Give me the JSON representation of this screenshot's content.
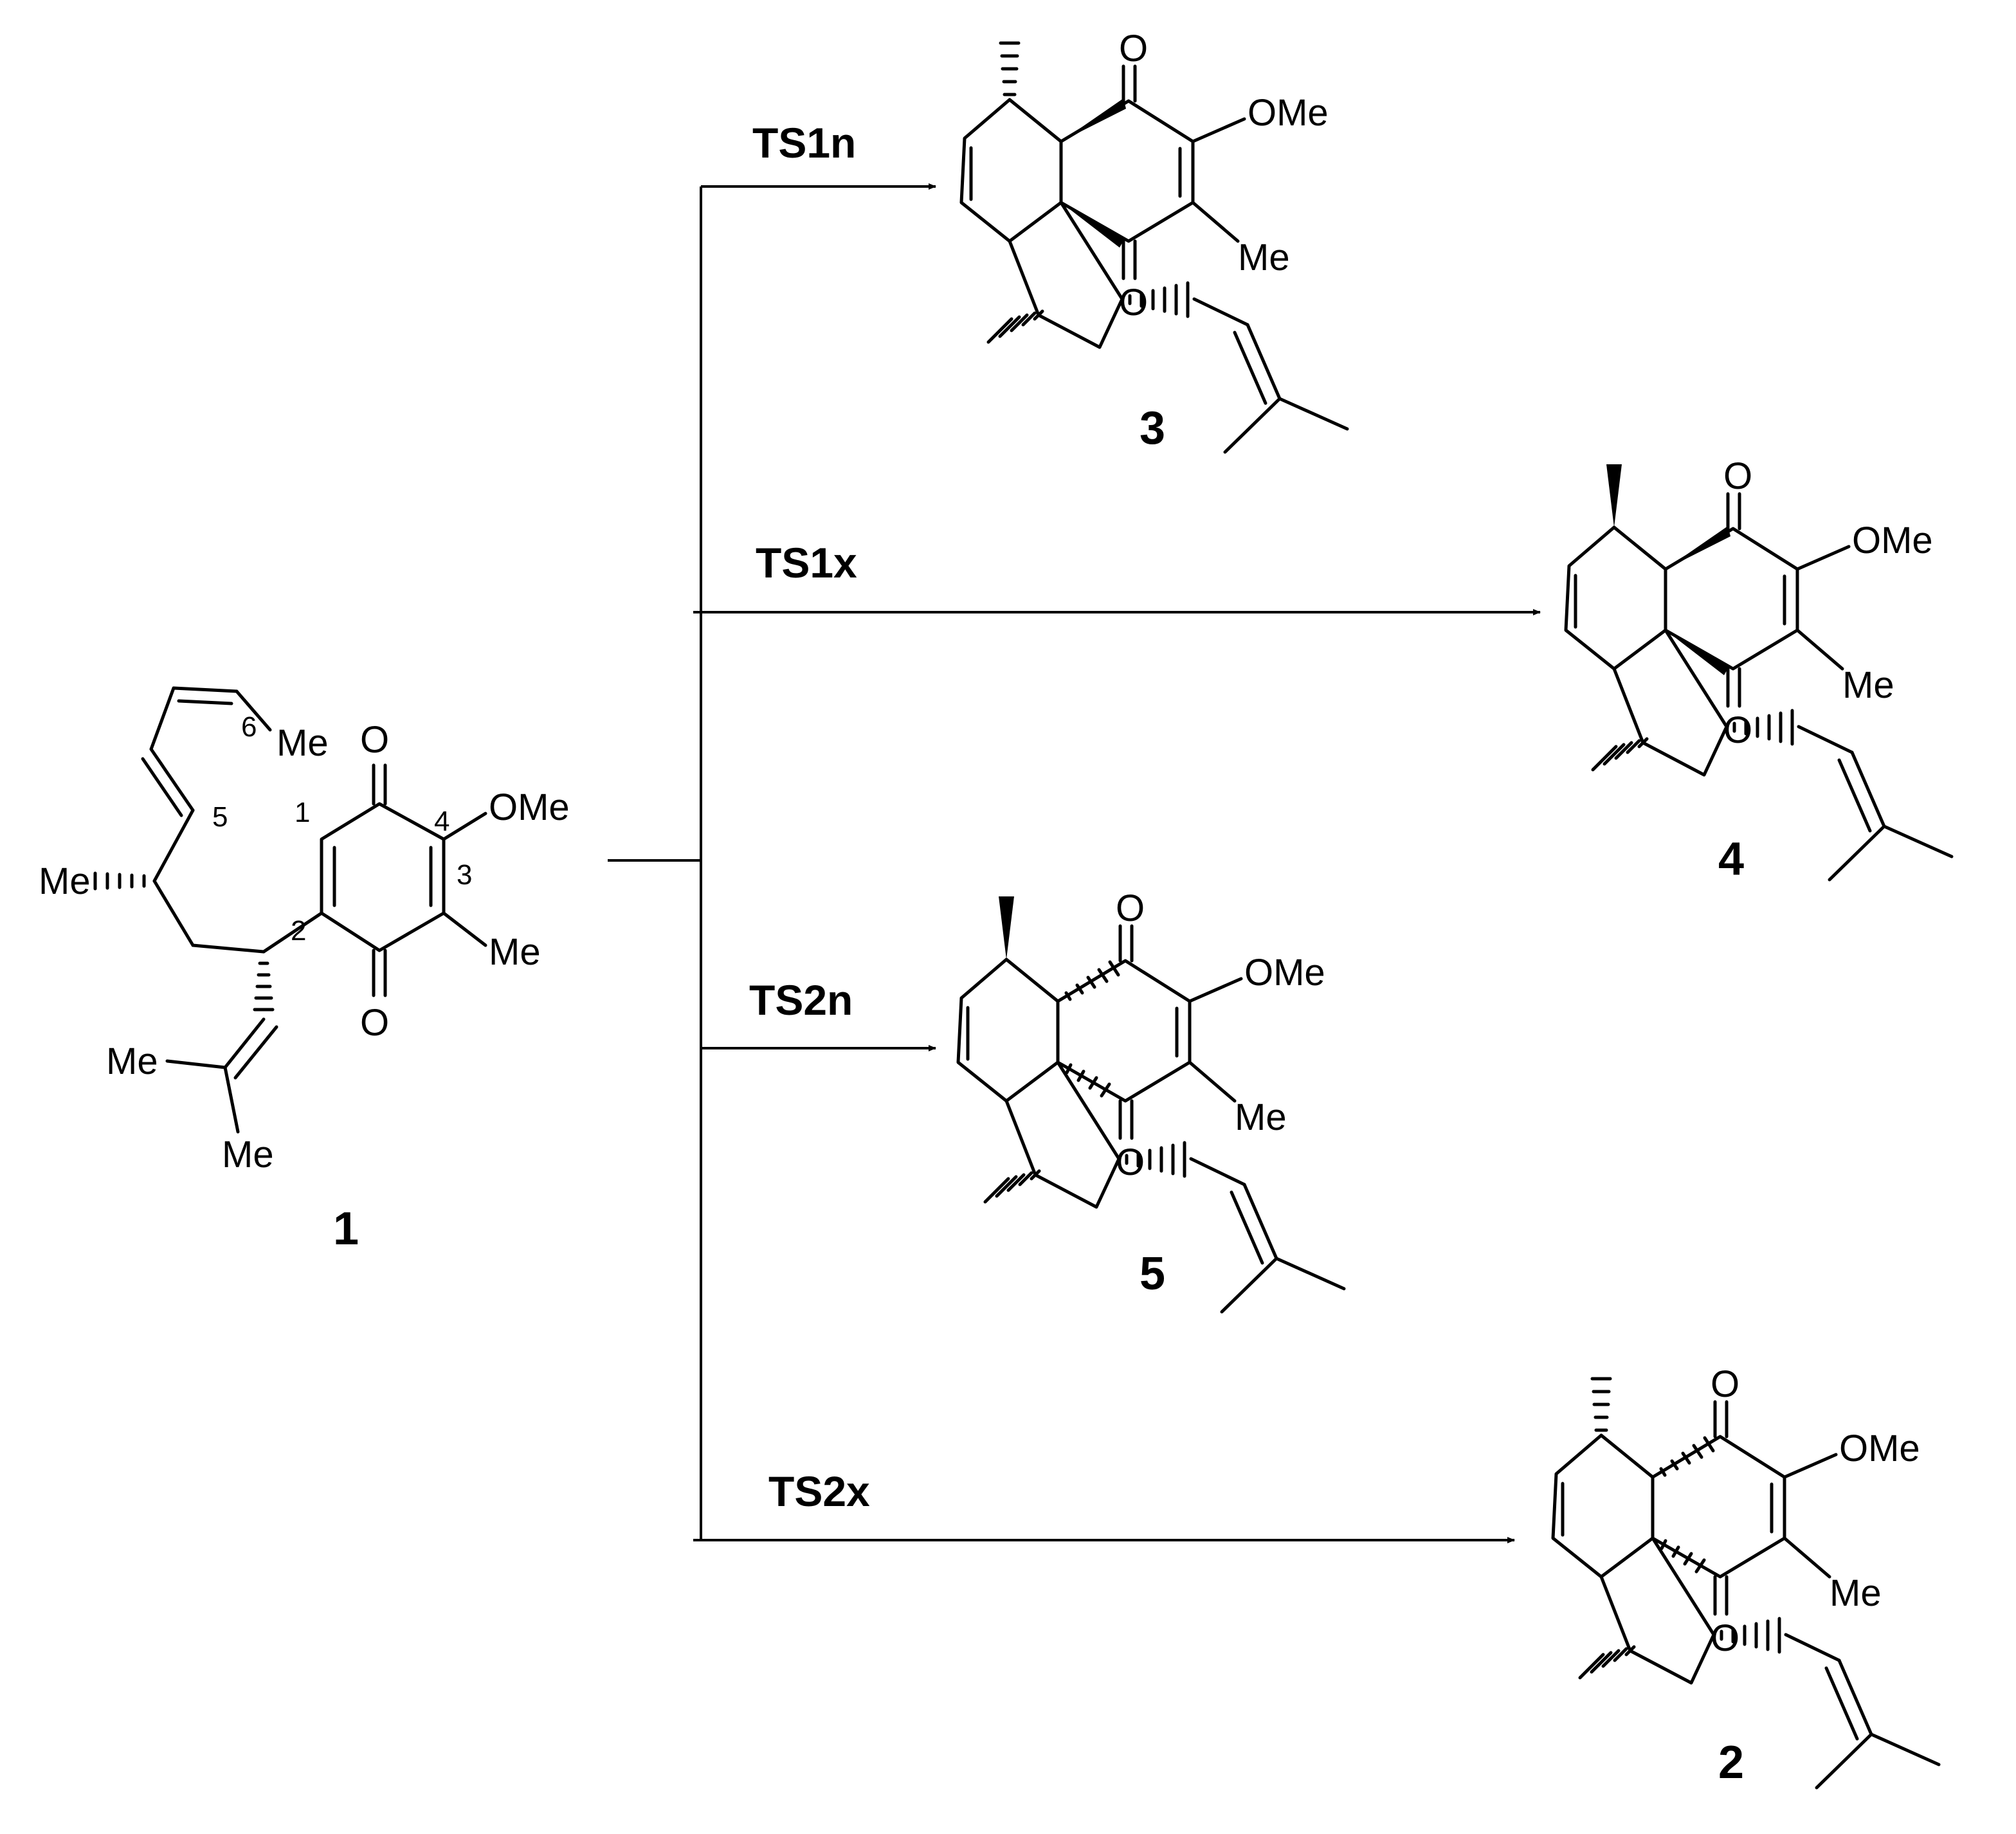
{
  "reactant": {
    "id": "1",
    "substituents": {
      "ome": "OMe",
      "me_ring": "Me",
      "me_diene": "Me",
      "me_chain": "Me",
      "me_iso1": "Me",
      "me_iso2": "Me",
      "o_top": "O",
      "o_bottom": "O"
    },
    "locants": [
      "1",
      "2",
      "3",
      "4",
      "5",
      "6"
    ]
  },
  "pathways": [
    {
      "ts": "TS1n",
      "product": "3"
    },
    {
      "ts": "TS1x",
      "product": "4"
    },
    {
      "ts": "TS2n",
      "product": "5"
    },
    {
      "ts": "TS2x",
      "product": "2"
    }
  ],
  "product_labels": {
    "o": "O",
    "ome": "OMe",
    "me": "Me"
  }
}
